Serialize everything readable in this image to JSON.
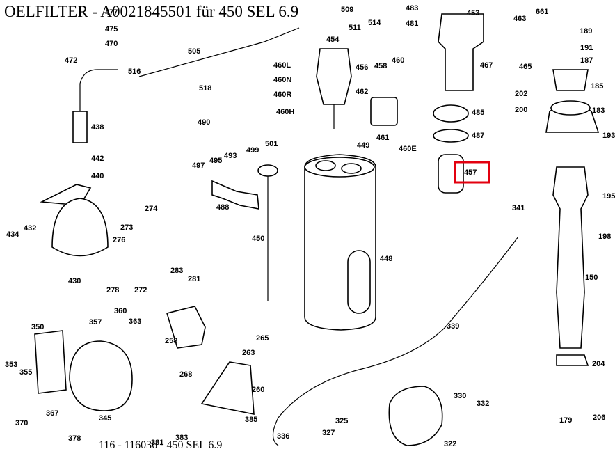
{
  "title": "OELFILTER - A0021845501 für 450 SEL 6.9",
  "footer": "116 - 116036 - 450 SEL 6.9",
  "highlight": {
    "label": "457",
    "color": "#e3000f"
  },
  "labels": [
    "477",
    "475",
    "470",
    "472",
    "505",
    "516",
    "438",
    "442",
    "440",
    "432",
    "434",
    "274",
    "273",
    "276",
    "430",
    "278",
    "272",
    "283",
    "281",
    "360",
    "357",
    "363",
    "350",
    "353",
    "355",
    "370",
    "367",
    "345",
    "258",
    "265",
    "263",
    "268",
    "260",
    "385",
    "378",
    "381",
    "383",
    "336",
    "327",
    "325",
    "339",
    "322",
    "330",
    "332",
    "341",
    "448",
    "450",
    "449",
    "461",
    "460E",
    "460H",
    "460R",
    "460N",
    "460L",
    "462",
    "454",
    "456",
    "458",
    "460",
    "509",
    "511",
    "514",
    "518",
    "490",
    "497",
    "495",
    "493",
    "499",
    "501",
    "488",
    "483",
    "481",
    "453",
    "467",
    "465",
    "463",
    "661",
    "189",
    "191",
    "187",
    "185",
    "202",
    "200",
    "183",
    "193",
    "195",
    "198",
    "150",
    "204",
    "179",
    "206",
    "485",
    "487",
    "457"
  ]
}
